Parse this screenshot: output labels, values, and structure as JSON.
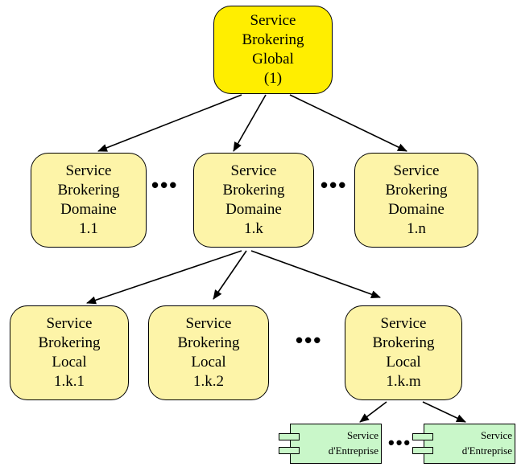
{
  "global_node": {
    "lines": [
      "Service",
      "Brokering",
      "Global",
      "(1)"
    ]
  },
  "domain_nodes": [
    {
      "lines": [
        "Service",
        "Brokering",
        "Domaine",
        "1.1"
      ]
    },
    {
      "lines": [
        "Service",
        "Brokering",
        "Domaine",
        "1.k"
      ]
    },
    {
      "lines": [
        "Service",
        "Brokering",
        "Domaine",
        "1.n"
      ]
    }
  ],
  "local_nodes": [
    {
      "lines": [
        "Service",
        "Brokering",
        "Local",
        "1.k.1"
      ]
    },
    {
      "lines": [
        "Service",
        "Brokering",
        "Local",
        "1.k.2"
      ]
    },
    {
      "lines": [
        "Service",
        "Brokering",
        "Local",
        "1.k.m"
      ]
    }
  ],
  "enterprise_components": [
    {
      "lines": [
        "Service",
        "d'Entreprise"
      ]
    },
    {
      "lines": [
        "Service",
        "d'Entreprise"
      ]
    }
  ],
  "ellipsis": "•••",
  "colors": {
    "global_fill": "#ffee00",
    "broker_fill": "#fdf4a8",
    "component_fill": "#c9f7c9"
  }
}
